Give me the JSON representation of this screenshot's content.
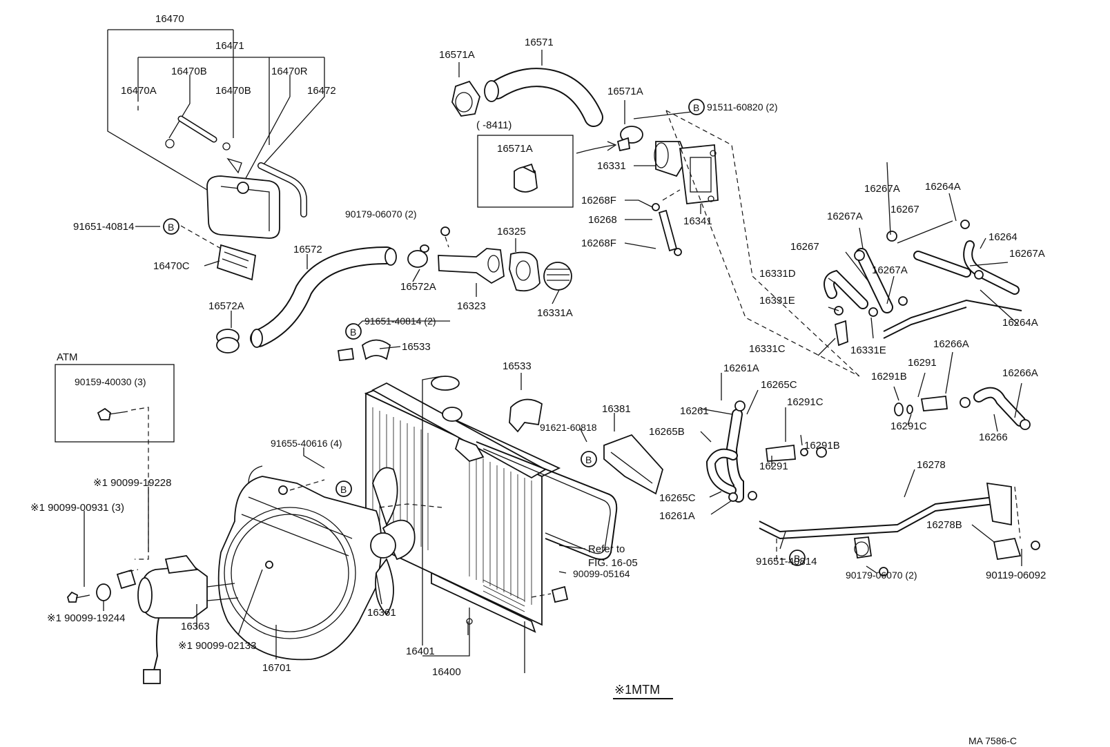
{
  "diagram": {
    "code": "MA 7586-C",
    "note": "※1MTM",
    "atm_box": {
      "title": "ATM",
      "part": "90159-40030 (3)"
    },
    "inset_box": {
      "range": "(      -8411)",
      "part": "16571A"
    },
    "refer_note": [
      "Refer to",
      "FIG. 16-05"
    ],
    "circled_letter": "B",
    "labels": {
      "p16470": "16470",
      "p16471": "16471",
      "p16470B_1": "16470B",
      "p16470R": "16470R",
      "p16470A": "16470A",
      "p16470B_2": "16470B",
      "p16472": "16472",
      "p91651_40814_a": "91651-40814",
      "p16470C": "16470C",
      "p16572": "16572",
      "p16572A_1": "16572A",
      "p16572A_2": "16572A",
      "p90179_06070_a": "90179-06070 (2)",
      "p16325": "16325",
      "p16323": "16323",
      "p16331A": "16331A",
      "p91651_40814_b": "91651-40814 (2)",
      "p16533_1": "16533",
      "p16533_2": "16533",
      "p16571A_1": "16571A",
      "p16571": "16571",
      "p16571A_2": "16571A",
      "p91511_60820": "91511-60820 (2)",
      "p16331": "16331",
      "p16268F_1": "16268F",
      "p16268": "16268",
      "p16268F_2": "16268F",
      "p16341": "16341",
      "p16267A_1": "16267A",
      "p16264A_1": "16264A",
      "p16267A_2": "16267A",
      "p16267_1": "16267",
      "p16264": "16264",
      "p16267_2": "16267",
      "p16267A_3": "16267A",
      "p16267A_4": "16267A",
      "p16331D": "16331D",
      "p16331E_1": "16331E",
      "p16264A_2": "16264A",
      "p16331C": "16331C",
      "p16331E_2": "16331E",
      "p16266A_1": "16266A",
      "p16291_1": "16291",
      "p16291B_1": "16291B",
      "p16266A_2": "16266A",
      "p16291C_1": "16291C",
      "p16266": "16266",
      "p16261A_1": "16261A",
      "p16265C_1": "16265C",
      "p16261": "16261",
      "p16291C_2": "16291C",
      "p16265B": "16265B",
      "p16291B_2": "16291B",
      "p16291_2": "16291",
      "p16278": "16278",
      "p16265C_2": "16265C",
      "p16261A_2": "16261A",
      "p16278B": "16278B",
      "p91651_40814_c": "91651-40814",
      "p90179_06070_b": "90179-06070 (2)",
      "p90119_06092": "90119-06092",
      "p16381": "16381",
      "p91621_60818": "91621-60818",
      "p91655_40616": "91655-40616 (4)",
      "p90099_19228": "※1 90099-19228",
      "p90099_00931": "※1 90099-00931 (3)",
      "p90099_19244": "※1 90099-19244",
      "p90099_02133": "※1 90099-02133",
      "p16363": "16363",
      "p16701": "16701",
      "p16361": "16361",
      "p16401": "16401",
      "p16400": "16400",
      "p90099_05164": "90099-05164"
    }
  }
}
